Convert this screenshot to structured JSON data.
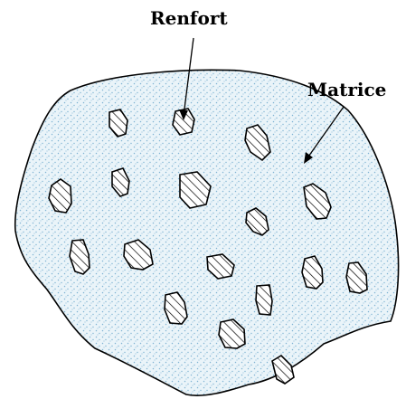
{
  "labels": {
    "reinforcement": "Renfort",
    "matrix": "Matrice"
  },
  "colors": {
    "matrix_dots": "#7fb3d3",
    "matrix_fill": "#eaf4f9",
    "outline": "#000000",
    "inclusion_fill": "#ffffff"
  },
  "inclusion_pattern": "diagonal-hatch"
}
